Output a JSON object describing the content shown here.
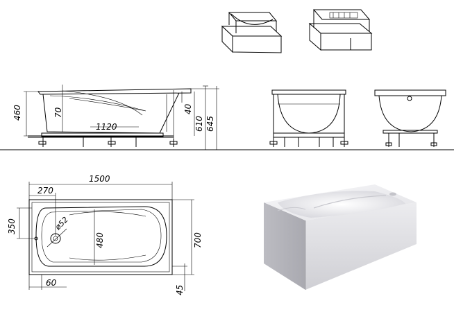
{
  "dimensions": {
    "height_460": "460",
    "depth_70": "70",
    "inner_length_1120": "1120",
    "rim_40": "40",
    "height_610": "610",
    "height_645": "645",
    "length_1500": "1500",
    "offset_270": "270",
    "width_350": "350",
    "drain_diameter": "ø52",
    "inner_width_480": "480",
    "width_700": "700",
    "offset_60": "60",
    "offset_45": "45"
  },
  "colors": {
    "line": "#000000",
    "background": "#ffffff",
    "render_panel": "#d9d9dc",
    "render_rim": "#f2f2f4"
  }
}
